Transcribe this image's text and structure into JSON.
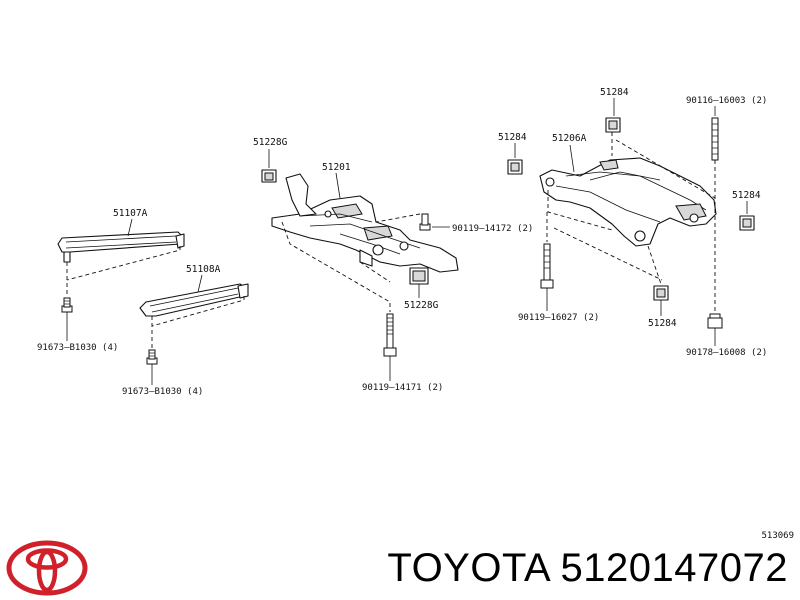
{
  "parts": {
    "p51107A": "51107A",
    "p51108A": "51108A",
    "p51228G_top": "51228G",
    "p51201": "51201",
    "p51228G_bottom": "51228G",
    "p90119_14172": "90119–14172 (2)",
    "p90119_14171": "90119–14171 (2)",
    "p91673_B1030_a": "91673–B1030 (4)",
    "p91673_B1030_b": "91673–B1030 (4)",
    "p51284_top": "51284",
    "p51284_left": "51284",
    "p51206A": "51206A",
    "p51284_right": "51284",
    "p51284_bottom": "51284",
    "p90116_16003": "90116–16003 (2)",
    "p90119_16027": "90119–16027 (2)",
    "p90178_16008": "90178–16008 (2)"
  },
  "footer": {
    "ref_code": "513069",
    "title": "TOYOTA 5120147072",
    "logo_icon": "toyota-logo-icon",
    "logo_color": "#d0202a"
  }
}
